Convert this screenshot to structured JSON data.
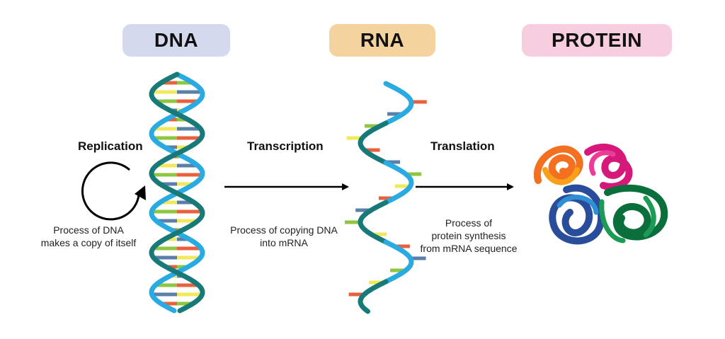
{
  "stages": {
    "dna": {
      "label": "DNA",
      "color": "#d5d9ee"
    },
    "rna": {
      "label": "RNA",
      "color": "#f5d39e"
    },
    "protein": {
      "label": "PROTEIN",
      "color": "#f7cde0"
    }
  },
  "processes": {
    "replication": {
      "title": "Replication",
      "description_line1": "Process of DNA",
      "description_line2": "makes a copy of itself"
    },
    "transcription": {
      "title": "Transcription",
      "description_line1": "Process of copying DNA",
      "description_line2": "into mRNA"
    },
    "translation": {
      "title": "Translation",
      "description_line1": "Process of",
      "description_line2": "protein synthesis",
      "description_line3": "from mRNA sequence"
    }
  },
  "colors": {
    "strand_blue": "#29abe2",
    "strand_teal": "#177a78",
    "base_colors": [
      "#e8603c",
      "#f2e85c",
      "#8ec63f",
      "#5a7fa8"
    ]
  },
  "icons": {
    "replication": "circular-arrow-icon",
    "flow": "right-arrow-icon",
    "protein": "folded-protein-icon"
  }
}
